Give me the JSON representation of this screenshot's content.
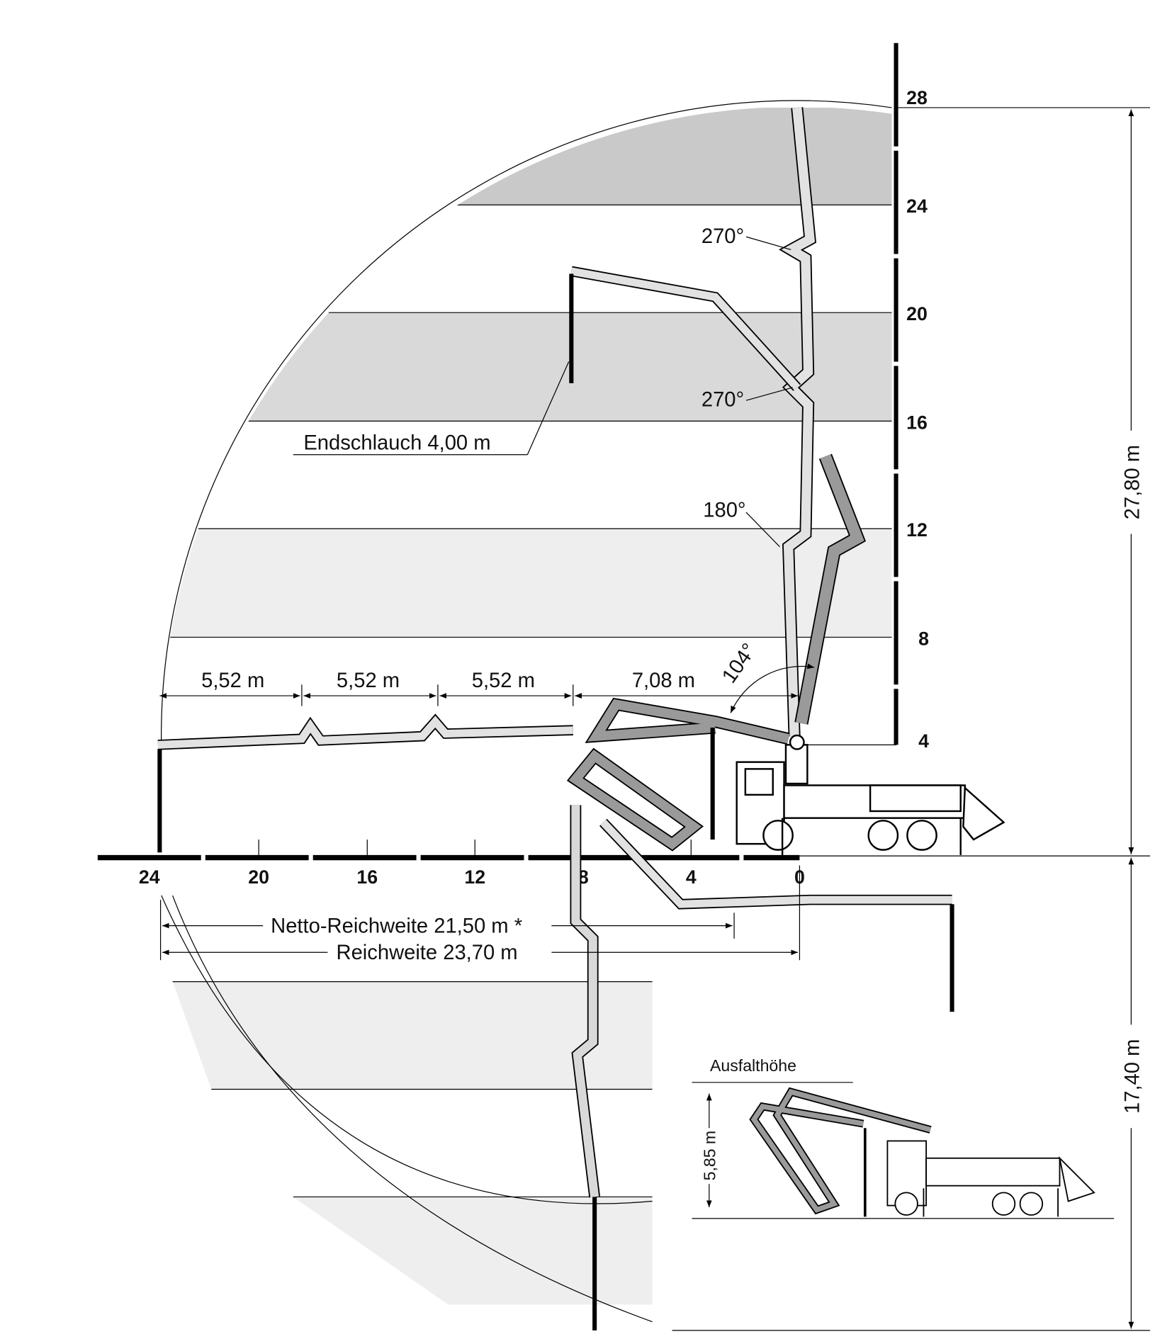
{
  "vertical_axis": {
    "ticks": [
      "28",
      "24",
      "20",
      "16",
      "12",
      "8",
      "4"
    ]
  },
  "horizontal_axis": {
    "ticks": [
      "24",
      "20",
      "16",
      "12",
      "8",
      "4",
      "0"
    ]
  },
  "segment_dimensions": [
    "5,52 m",
    "5,52 m",
    "5,52 m",
    "7,08 m"
  ],
  "angles": {
    "top_joint": "270°",
    "middle_joint": "270°",
    "lower_joint": "180°",
    "base": "104°"
  },
  "end_hose_label": "Endschlauch 4,00 m",
  "net_reach_label": "Netto-Reichweite 21,50 m *",
  "reach_label": "Reichweite 23,70 m",
  "height_above": "27,80 m",
  "depth_below": "17,40 m",
  "inset": {
    "title": "Ausfalthöhe",
    "height": "5,85 m"
  },
  "colors": {
    "dark_band": "#c9c9c9",
    "mid_band": "#d9d9d9",
    "light_band": "#eeeeee",
    "boom_light": "#e2e2e2",
    "boom_dark": "#9a9a9a"
  }
}
